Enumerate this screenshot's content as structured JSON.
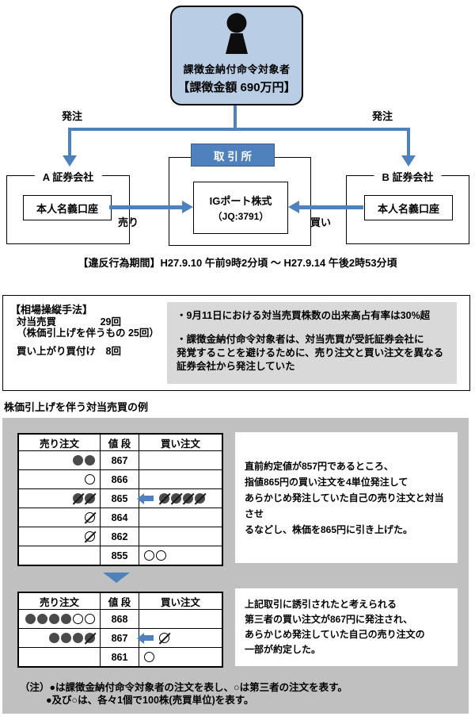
{
  "colors": {
    "accent_blue": "#4f81bd",
    "accent_blue_dark": "#365f91",
    "subject_box_blue": "#b9cde5",
    "section_gray": "#c0c0c0",
    "panel_gray": "#d9d9d9",
    "order_circle_dark": "#4a4a4a"
  },
  "diagram": {
    "subject_label": "課徴金納付命令対象者",
    "subject_amount": "【課徴金額 690万円】",
    "order_label_left": "発注",
    "order_label_right": "発注",
    "exchange_label": "取 引 所",
    "stock_name": "IGポート株式",
    "stock_code": "（JQ:3791）",
    "broker_a_label": "A 証券会社",
    "broker_a_account": "本人名義口座",
    "broker_b_label": "B 証券会社",
    "broker_b_account": "本人名義口座",
    "sell_label": "売り",
    "buy_label": "買い",
    "violation_period": "【違反行為期間】H27.9.10 午前9時2分頃 ～ H27.9.14 午後2時53分頃"
  },
  "method": {
    "title": "【相場操縦手法】",
    "row1_label": "対当売買",
    "row1_count": "29回",
    "row2": "（株価引上げを伴うもの 25回）",
    "row3_label": "買い上がり買付け",
    "row3_count": "8回",
    "note1": "・9月11日における対当売買株数の出来高占有率は30%超",
    "note2": "・課徴金納付命令対象者は、対当売買が受託証券会社に\n発覚することを避けるために、売り注文と買い注文を異なる\n証券会社から発注していた"
  },
  "example": {
    "heading": "株価引上げを伴う対当売買の例",
    "tables": [
      {
        "headers": [
          "売り注文",
          "値 段",
          "買い注文"
        ],
        "rows": [
          {
            "sell": [
              "filled",
              "filled"
            ],
            "price": "867",
            "buy": []
          },
          {
            "sell": [
              "open"
            ],
            "price": "866",
            "buy": []
          },
          {
            "sell": [
              "filled-slash",
              "filled-slash"
            ],
            "price": "865",
            "buy": [
              "arrow-left",
              "filled-slash",
              "filled-slash",
              "filled-slash",
              "filled-slash"
            ]
          },
          {
            "sell": [
              "open-slash"
            ],
            "price": "864",
            "buy": []
          },
          {
            "sell": [
              "open-slash"
            ],
            "price": "862",
            "buy": []
          },
          {
            "sell": [],
            "price": "855",
            "buy": [
              "open",
              "open"
            ]
          }
        ]
      },
      {
        "headers": [
          "売り注文",
          "値 段",
          "買い注文"
        ],
        "rows": [
          {
            "sell": [
              "filled",
              "filled",
              "filled",
              "filled",
              "open",
              "open"
            ],
            "price": "868",
            "buy": []
          },
          {
            "sell": [
              "filled",
              "filled",
              "filled",
              "filled-slash"
            ],
            "price": "867",
            "buy": [
              "arrow-left",
              "open-slash"
            ]
          },
          {
            "sell": [],
            "price": "861",
            "buy": [
              "open"
            ]
          }
        ]
      }
    ],
    "captions": [
      "直前約定値が857円であるところ、\n指値865円の買い注文を4単位発注して\nあらかじめ発注していた自己の売り注文と対当させ\nるなどし、株価を865円に引き上げた。",
      "上記取引に誘引されたと考えられる\n第三者の買い注文が867円に発注され、\nあらかじめ発注していた自己の売り注文の\n一部が約定した。"
    ],
    "note_line1": "（注）●は課徴金納付命令対象者の注文を表し、○は第三者の注文を表す。",
    "note_line2": "●及び○は、各々1個で100株(売買単位)を表す。"
  }
}
